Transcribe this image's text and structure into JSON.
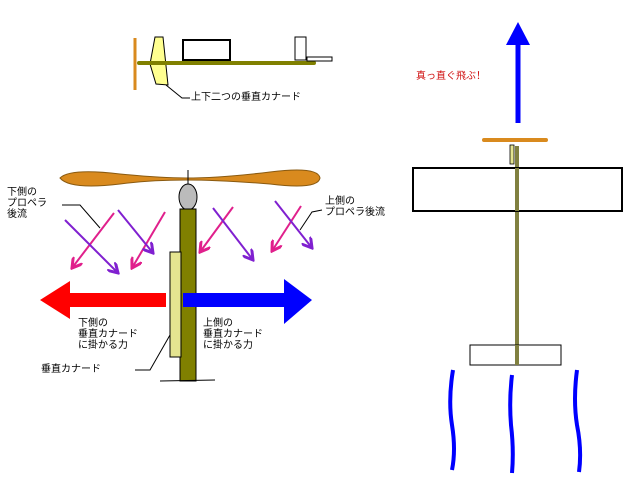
{
  "top_diagram": {
    "label": "上下二つの垂直カナード"
  },
  "front_diagram": {
    "lower_wash_label": [
      "下側の",
      "プロペラ",
      "後流"
    ],
    "upper_wash_label": [
      "上側の",
      "プロペラ後流"
    ],
    "lower_force_label": [
      "下側の",
      "垂直カナード",
      "に掛かる力"
    ],
    "upper_force_label": [
      "上側の",
      "垂直カナード",
      "に掛かる力"
    ],
    "canard_label": "垂直カナード"
  },
  "right_diagram": {
    "label": "真っ直ぐ飛ぶ！"
  },
  "colors": {
    "olive": "#808000",
    "orange": "#d98a1e",
    "red": "#ff0000",
    "blue": "#0000ff",
    "pink": "#e0208c",
    "purple": "#8020d0",
    "canard": "#e4e490"
  }
}
